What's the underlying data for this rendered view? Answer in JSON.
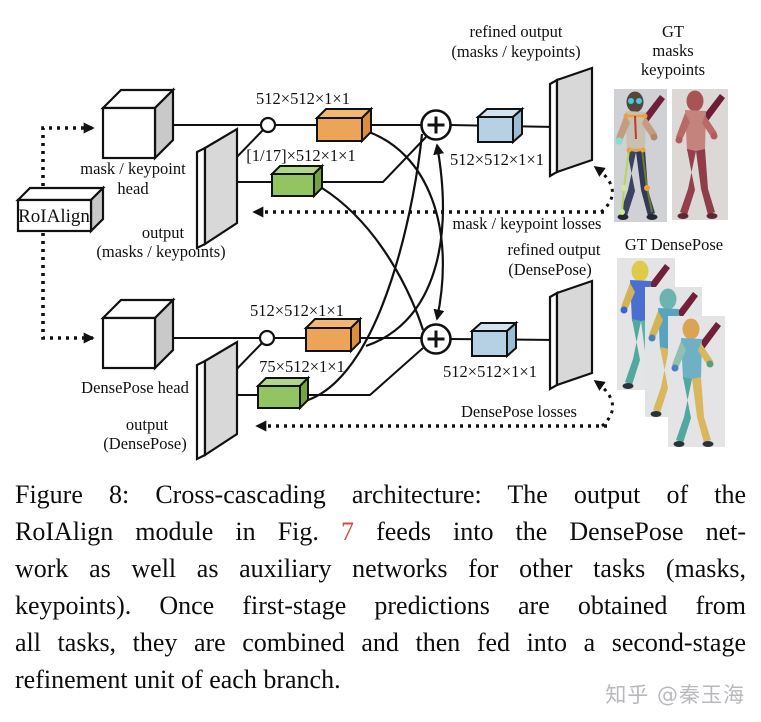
{
  "figure": {
    "roialign_label": "RoIAlign",
    "top_branch": {
      "head_label_1": "mask / keypoint",
      "head_label_2": "head",
      "output_label_1": "output",
      "output_label_2": "(masks / keypoints)",
      "conv_orange_label": "512×512×1×1",
      "conv_green_label": "[1/17]×512×1×1",
      "conv_blue_label": "512×512×1×1",
      "refined_label_1": "refined output",
      "refined_label_2": "(masks / keypoints)",
      "losses_label": "mask / keypoint losses"
    },
    "bottom_branch": {
      "head_label": "DensePose head",
      "output_label_1": "output",
      "output_label_2": "(DensePose)",
      "conv_orange_label": "512×512×1×1",
      "conv_green_label": "75×512×1×1",
      "conv_blue_label": "512×512×1×1",
      "refined_label_1": "refined output",
      "refined_label_2": "(DensePose)",
      "losses_label": "DensePose losses"
    },
    "gt": {
      "top_label_1": "GT",
      "top_label_2": "masks",
      "top_label_3": "keypoints",
      "bottom_label": "GT DensePose"
    },
    "colors": {
      "conv_orange": "#eca459",
      "conv_green": "#93c462",
      "conv_blue": "#b6d0e4",
      "panel_gray": "#d8d8d8",
      "figure_ref_red": "#cb4b41",
      "watermark_gray": "#b9b9bd"
    }
  },
  "caption": {
    "line1": "Figure 8: Cross-cascading architecture: The output of the",
    "line2_pre": "RoIAlign module in Fig.",
    "line2_fig": "7",
    "line2_post": "feeds into the DensePose net-",
    "line3": "work as well as auxiliary networks for other tasks (masks,",
    "line4": "keypoints). Once first-stage predictions are obtained from",
    "line5": "all tasks, they are combined and then fed into a second-stage",
    "line6": "refinement unit of each branch."
  },
  "watermark": "知乎 @秦玉海"
}
